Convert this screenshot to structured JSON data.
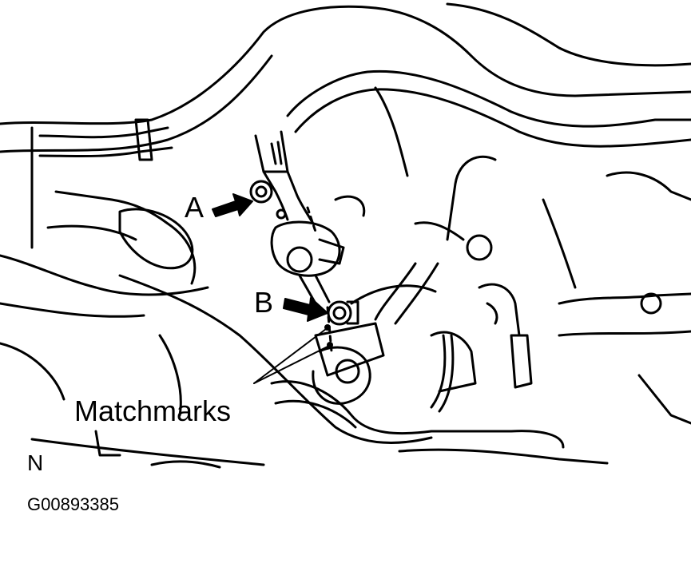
{
  "figure": {
    "callouts": {
      "a": "A",
      "b": "B",
      "matchmarks": "Matchmarks"
    },
    "orientation_mark": "N",
    "figure_code": "G00893385",
    "colors": {
      "ink": "#000000",
      "background": "#ffffff"
    },
    "arrow_icon": "solid-arrow-right",
    "matchmark_count": 2
  }
}
